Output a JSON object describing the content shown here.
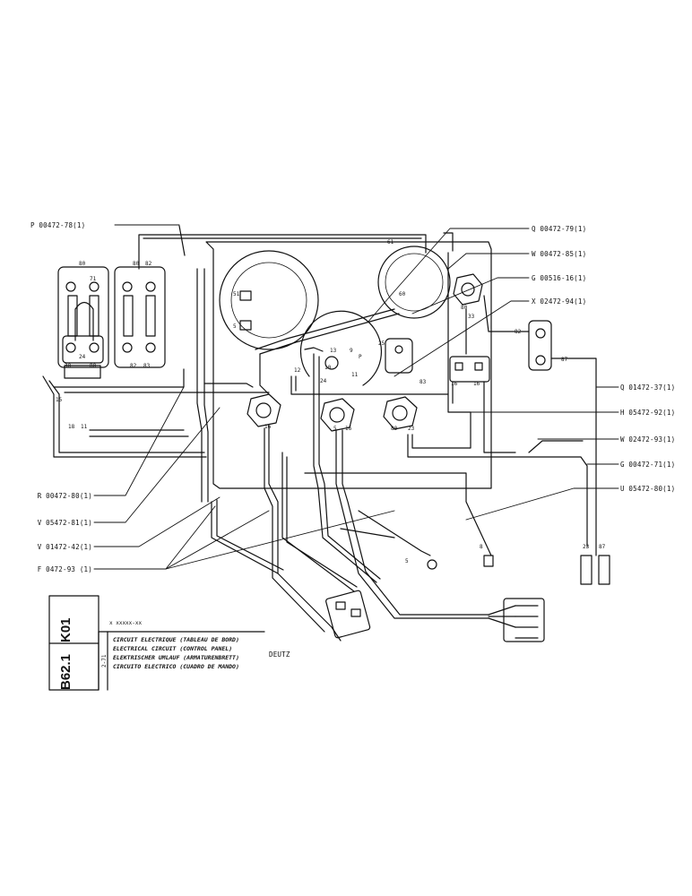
{
  "callouts": {
    "left": [
      {
        "id": "p",
        "text": "P 00472-78(1)"
      },
      {
        "id": "r",
        "text": "R 00472-80(1)"
      },
      {
        "id": "v1",
        "text": "V 05472-81(1)"
      },
      {
        "id": "v2",
        "text": "V 01472-42(1)"
      },
      {
        "id": "f",
        "text": "F 0472-93 (1)"
      }
    ],
    "right": [
      {
        "id": "q1",
        "text": "Q 00472-79(1)"
      },
      {
        "id": "w1",
        "text": "W 00472-85(1)"
      },
      {
        "id": "g1",
        "text": "G 00516-16(1)"
      },
      {
        "id": "x",
        "text": "X 02472-94(1)"
      },
      {
        "id": "q2",
        "text": "Q 01472-37(1)"
      },
      {
        "id": "h",
        "text": "H 05472-92(1)"
      },
      {
        "id": "w2",
        "text": "W 02472-93(1)"
      },
      {
        "id": "g2",
        "text": "G 00472-71(1)"
      },
      {
        "id": "u",
        "text": "U 05472-80(1)"
      }
    ]
  },
  "pins": {
    "p80a": "80",
    "p71": "71",
    "p80b": "80",
    "p82a": "82",
    "p24": "24",
    "p80c": "80",
    "p30": "30",
    "p82b": "82",
    "p83": "83",
    "p15": "15",
    "p18": "18",
    "p11": "11",
    "p16a": "16",
    "p51": "51",
    "p5a": "5",
    "p16b": "16",
    "p80d": "80",
    "p23a": "23",
    "p33": "33",
    "p61": "61",
    "p82c": "82",
    "p87a": "87",
    "p80e": "80",
    "p60": "60",
    "p25": "25",
    "p13": "13",
    "p9": "9",
    "p12": "12",
    "p10": "10",
    "p24b": "24",
    "p11b": "11",
    "pP": "P",
    "p16c": "16",
    "p16d": "16",
    "p5b": "5",
    "p5c": "5",
    "p23b": "23",
    "p87b": "87",
    "p8": "8",
    "p83b": "83"
  },
  "title_block": {
    "ref_left": "K01",
    "ref_right": "B62.1",
    "code": "2-71",
    "small_id": "x xxxxx-xx",
    "lines": [
      "CIRCUIT ELECTRIQUE (TABLEAU DE BORD)",
      "ELECTRICAL CIRCUIT (CONTROL PANEL)",
      "ELEKTRISCHER UMLAUF (ARMATURENBRETT)",
      "CIRCUITO ELECTRICO (CUADRO DE MANDO)"
    ],
    "brand": "DEUTZ"
  }
}
